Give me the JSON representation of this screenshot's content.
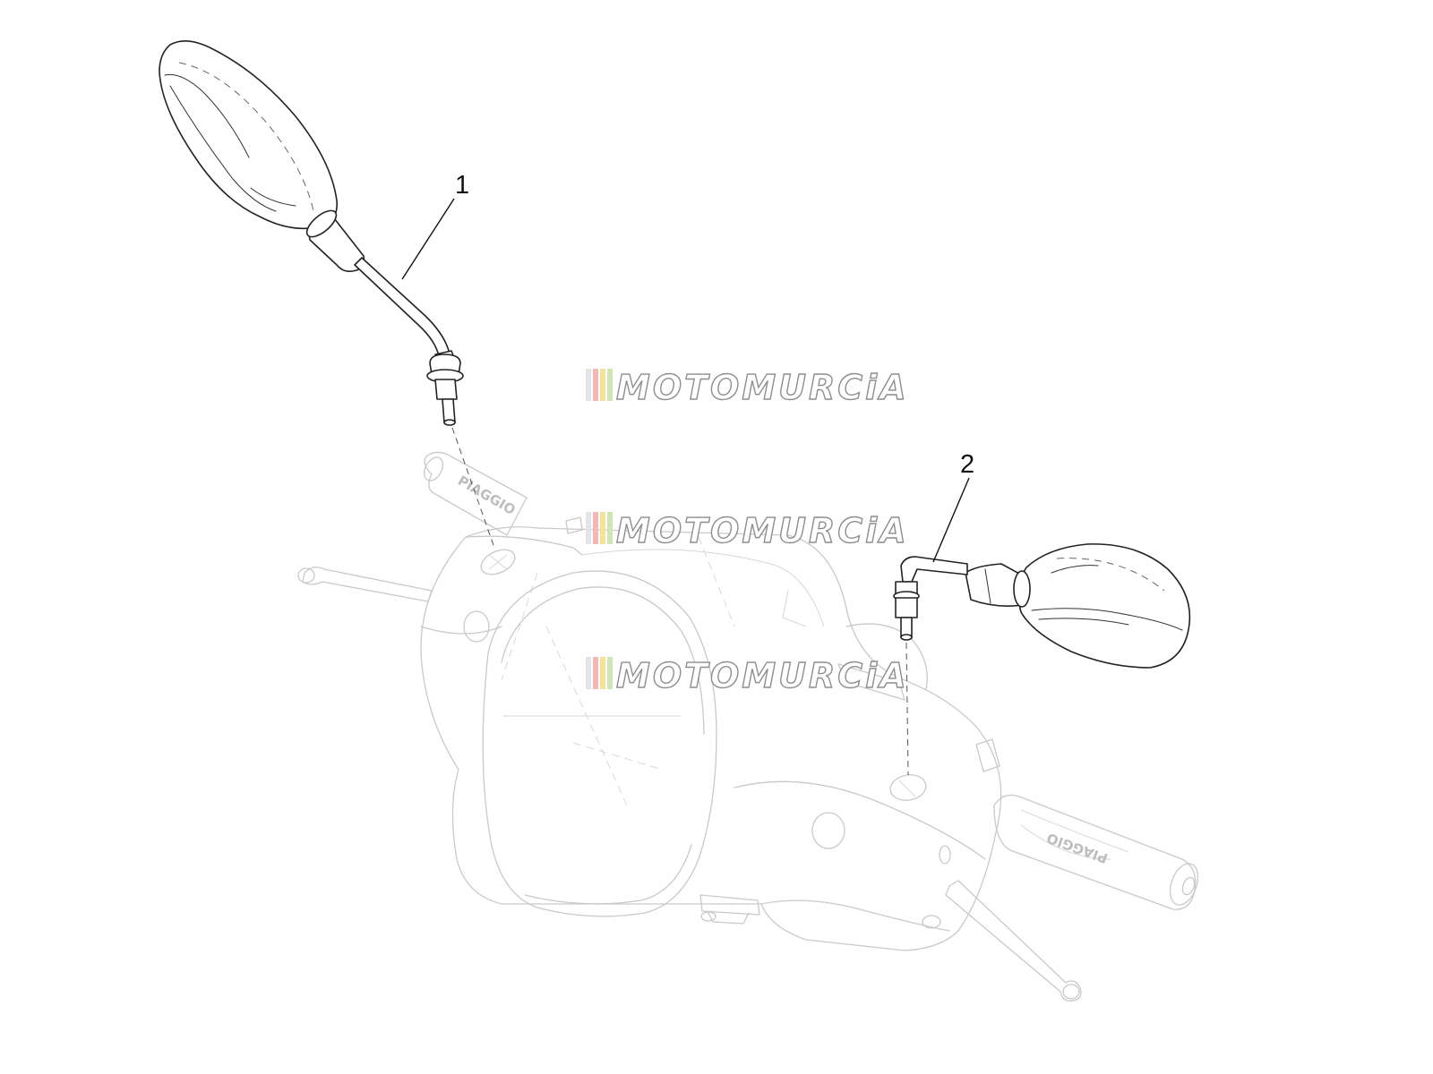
{
  "diagram": {
    "callouts": [
      {
        "id": "1",
        "label": "1"
      },
      {
        "id": "2",
        "label": "2"
      }
    ],
    "watermark": {
      "text": "MOTOMURCiA",
      "stripe_colors": [
        "#e4e4e4",
        "#f2b8b8",
        "#f4e49a",
        "#cfe5b5"
      ],
      "count": 3
    },
    "grip_brand": {
      "left": "PIAGGIO",
      "right": "PIAGGIO"
    },
    "colors": {
      "highlight_stroke": "#222222",
      "ghost_stroke": "#c9c9c9",
      "background": "#ffffff"
    }
  }
}
